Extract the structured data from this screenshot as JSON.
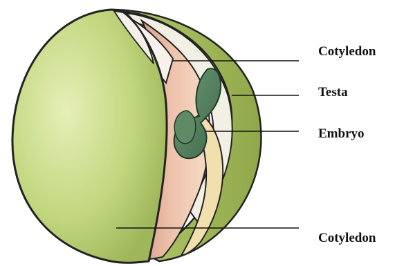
{
  "labels": {
    "cotyledon_top": "Cotyledon",
    "testa": "Testa",
    "embryo": "Embryo",
    "cotyledon_bottom": "Cotyledon"
  },
  "colors": {
    "testa_green": "#a9c35a",
    "cotyledon_green": "#c7dc8a",
    "inner_pink": "#e8b7a2",
    "embryo_green": "#4f7a58",
    "radicle_cream": "#f1dfae",
    "outline": "#222222"
  }
}
